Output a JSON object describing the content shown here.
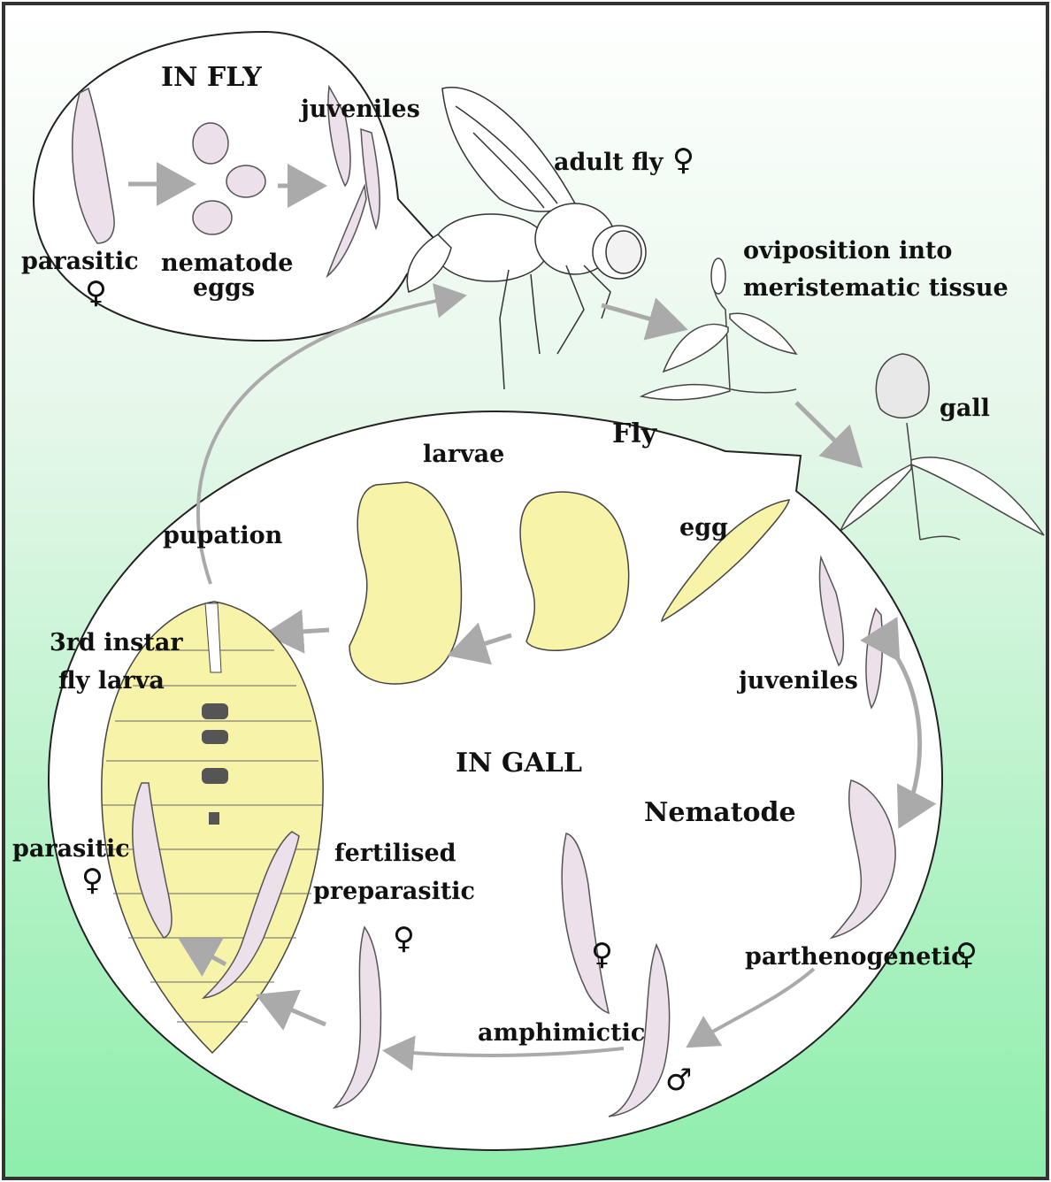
{
  "figure": {
    "in_fly": {
      "title": "IN FLY",
      "labels": {
        "parasitic": "parasitic",
        "nematode_eggs_line1": "nematode",
        "nematode_eggs_line2": "eggs",
        "juveniles": "juveniles"
      }
    },
    "outside": {
      "adult_fly": "adult fly",
      "oviposition_line1": "oviposition into",
      "oviposition_line2": "meristematic tissue",
      "gall": "gall"
    },
    "in_gall": {
      "title": "IN GALL",
      "fly_heading": "Fly",
      "nematode_heading": "Nematode",
      "larvae": "larvae",
      "egg": "egg",
      "pupation": "pupation",
      "third_instar_line1": "3rd instar",
      "third_instar_line2": "fly larva",
      "juveniles": "juveniles",
      "parthenogenetic": "parthenogenetic",
      "amphimictic": "amphimictic",
      "fertilised_line1": "fertilised",
      "fertilised_line2": "preparasitic",
      "parasitic": "parasitic"
    },
    "symbols": {
      "female": "♀",
      "male": "♂"
    }
  }
}
